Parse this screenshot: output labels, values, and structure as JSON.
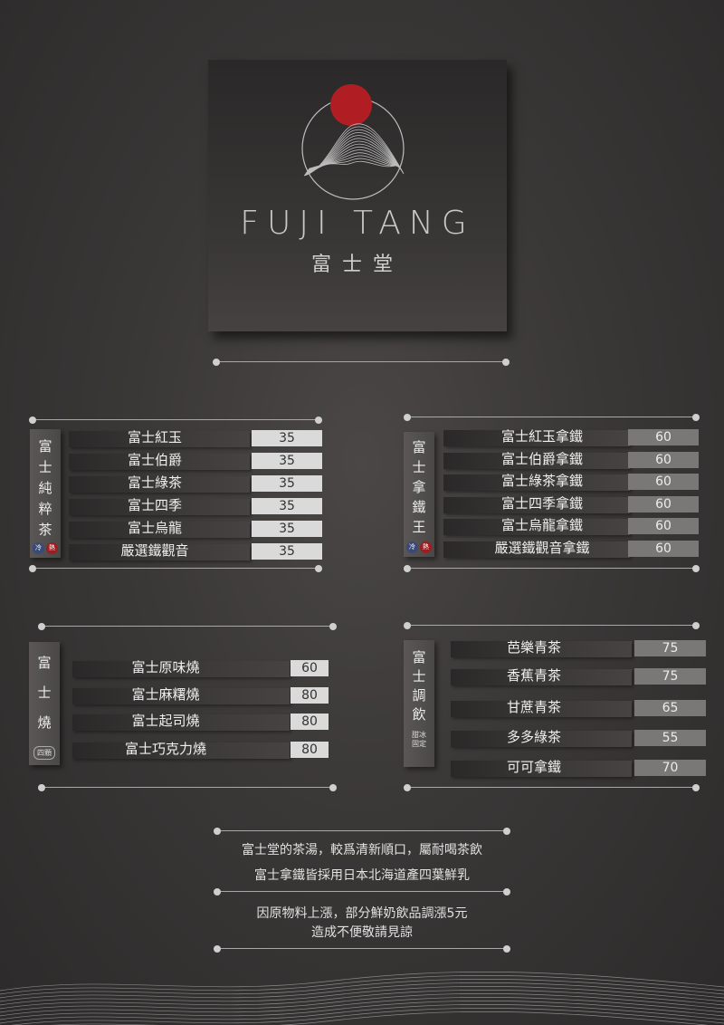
{
  "brand": {
    "name_en": "FUJI TANG",
    "name_zh": "富士堂"
  },
  "colors": {
    "sun": "#b01e24",
    "cold": "#3a4a78",
    "hot": "#9a1e22"
  },
  "sections": {
    "pure_tea": {
      "label_chars": [
        "富",
        "士",
        "純",
        "粹",
        "茶"
      ],
      "temps": [
        "冷",
        "熱"
      ],
      "items": [
        {
          "name": "富士紅玉",
          "price": "35"
        },
        {
          "name": "富士伯爵",
          "price": "35"
        },
        {
          "name": "富士綠茶",
          "price": "35"
        },
        {
          "name": "富士四季",
          "price": "35"
        },
        {
          "name": "富士烏龍",
          "price": "35"
        },
        {
          "name": "嚴選鐵觀音",
          "price": "35"
        }
      ]
    },
    "latte": {
      "label_chars": [
        "富",
        "士",
        "拿",
        "鐵",
        "王"
      ],
      "temps": [
        "冷",
        "熱"
      ],
      "items": [
        {
          "name": "富士紅玉拿鐵",
          "price": "60"
        },
        {
          "name": "富士伯爵拿鐵",
          "price": "60"
        },
        {
          "name": "富士綠茶拿鐵",
          "price": "60"
        },
        {
          "name": "富士四季拿鐵",
          "price": "60"
        },
        {
          "name": "富士烏龍拿鐵",
          "price": "60"
        },
        {
          "name": "嚴選鐵觀音拿鐵",
          "price": "60"
        }
      ]
    },
    "yaki": {
      "label_chars": [
        "富",
        "士",
        "燒"
      ],
      "note": "四顆",
      "items": [
        {
          "name": "富士原味燒",
          "price": "60"
        },
        {
          "name": "富士麻糬燒",
          "price": "80"
        },
        {
          "name": "富士起司燒",
          "price": "80"
        },
        {
          "name": "富士巧克力燒",
          "price": "80"
        }
      ]
    },
    "mixed": {
      "label_chars": [
        "富",
        "士",
        "調",
        "飲"
      ],
      "note_lines": [
        "甜冰",
        "固定"
      ],
      "items": [
        {
          "name": "芭樂青茶",
          "price": "75"
        },
        {
          "name": "香蕉青茶",
          "price": "75"
        },
        {
          "name": "甘蔗青茶",
          "price": "65"
        },
        {
          "name": "多多綠茶",
          "price": "55"
        },
        {
          "name": "可可拿鐵",
          "price": "70"
        }
      ]
    }
  },
  "footer": {
    "line1": "富士堂的茶湯，較爲清新順口，屬耐喝茶飲",
    "line2": "富士拿鐵皆採用日本北海道產四葉鮮乳",
    "line3": "因原物料上漲，部分鮮奶飲品調漲5元",
    "line4": "造成不便敬請見諒"
  }
}
